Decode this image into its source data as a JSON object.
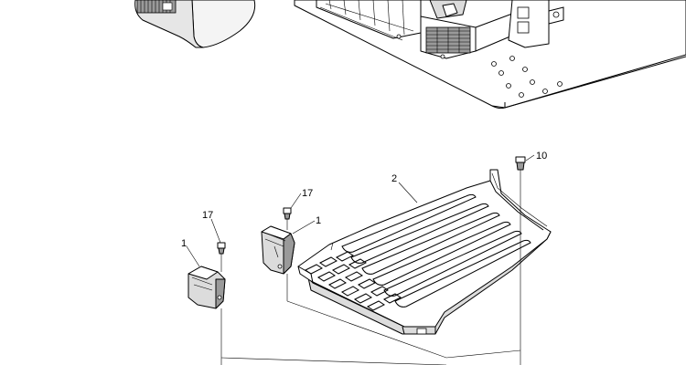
{
  "callouts": {
    "tray": "2",
    "bolt_right": "10",
    "bolt_center": "17",
    "block_center": "1",
    "bolt_left": "17",
    "block_left": "1"
  },
  "colors": {
    "line": "#000000",
    "fill_light": "#ffffff",
    "fill_shade": "#dcdcdc",
    "fill_dark": "#9a9a9a"
  }
}
